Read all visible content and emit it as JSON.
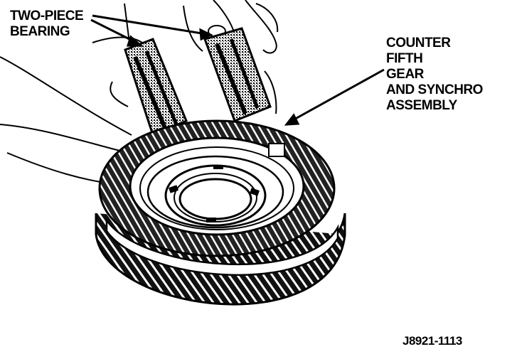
{
  "labels": {
    "bearing": [
      "TWO-PIECE",
      "BEARING"
    ],
    "gear": [
      "COUNTER",
      "FIFTH",
      "GEAR",
      "AND SYNCHRO",
      "ASSEMBLY"
    ],
    "figure_code": "J8921-1113"
  },
  "colors": {
    "ink": "#000000",
    "paper": "#ffffff"
  }
}
